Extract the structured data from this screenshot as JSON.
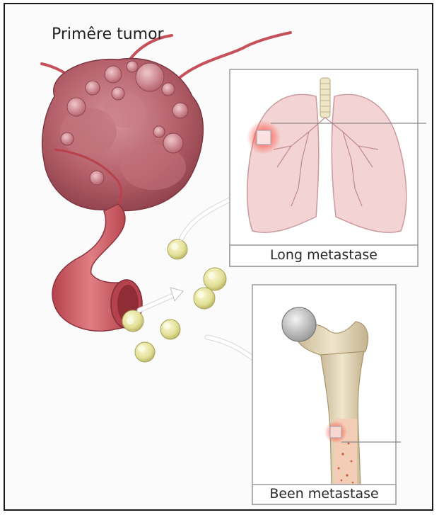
{
  "labels": {
    "primary_tumor": "Primêre tumor",
    "lung_metastasis": "Long metastase",
    "bone_metastasis": "Been metastase"
  },
  "colors": {
    "tumor": "#b5606a",
    "vessel": "#c5525a",
    "cell": "#e6e39a",
    "lung": "#f3d3d3",
    "bone": "#e7d9bd",
    "frame": "#1a1a1a",
    "panel_border": "#9a9a9a"
  }
}
